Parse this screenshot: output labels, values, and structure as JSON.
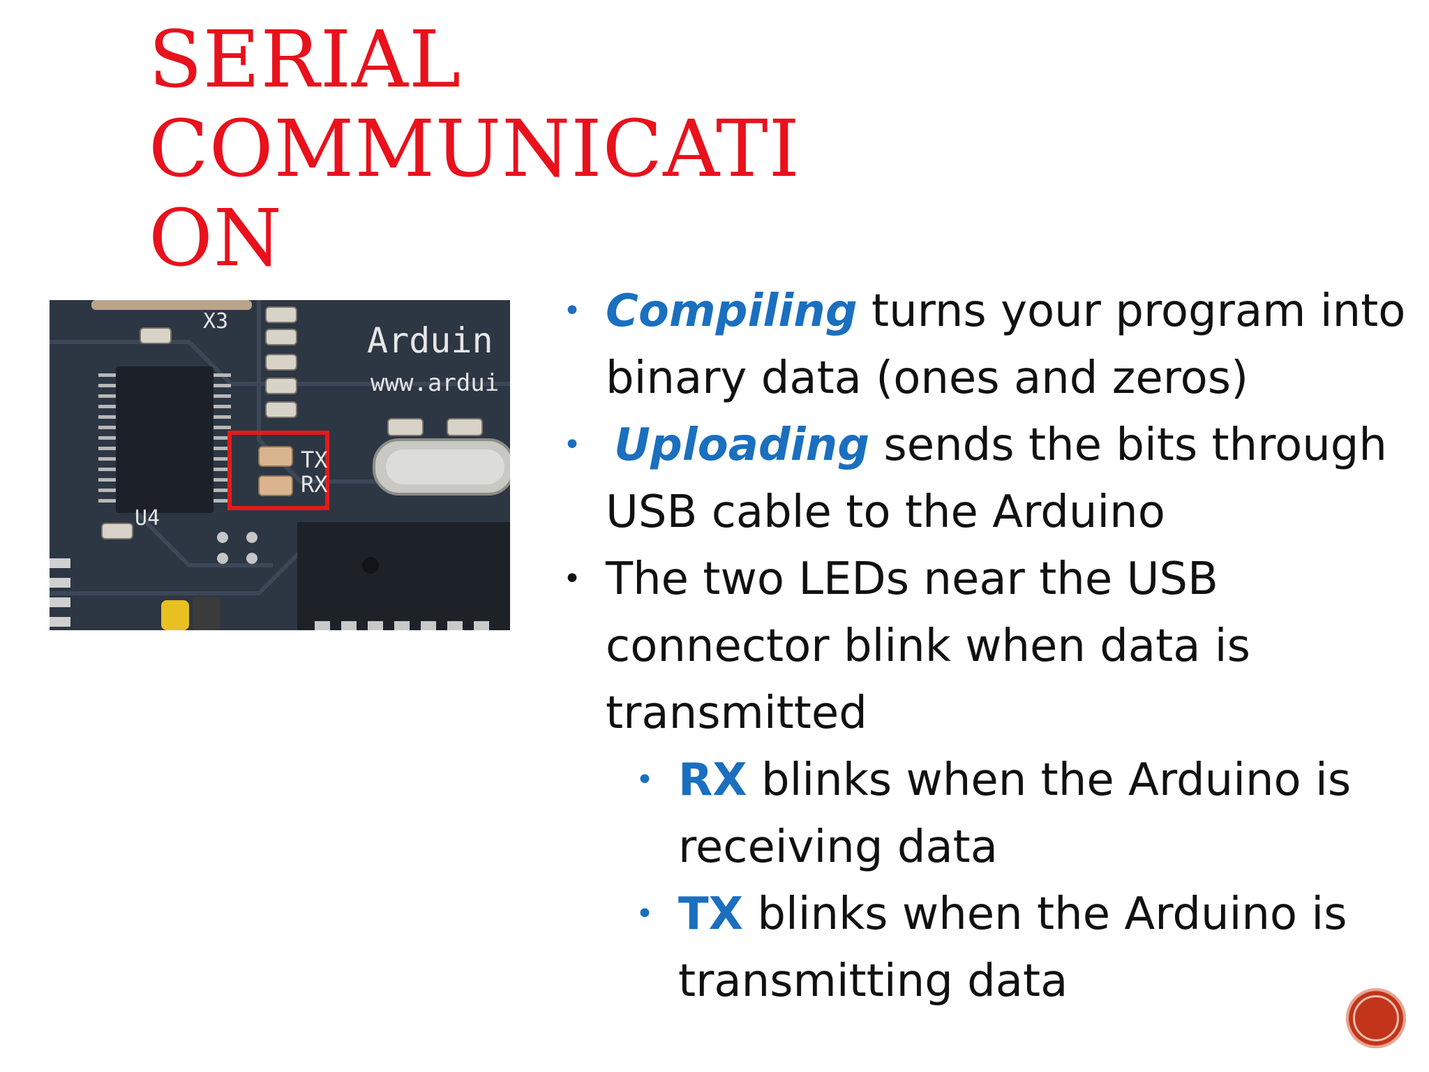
{
  "slide": {
    "title_lines": [
      "SERIAL",
      "COMMUNICATI",
      "ON"
    ],
    "photo": {
      "label_x3": "X3",
      "label_brand": "Arduin",
      "label_url": "www.ardui",
      "label_tx": "TX",
      "label_rx": "RX",
      "label_u4": "U4",
      "highlight_color": "#e21b1b"
    },
    "bullets": [
      {
        "lead": "Compiling",
        "rest": " turns your program into binary data (ones and zeros)"
      },
      {
        "lead": "Uploading",
        "rest": " sends the bits through USB cable to the Arduino"
      },
      {
        "lead": "",
        "rest": "The two LEDs near the USB connector blink when data is transmitted"
      }
    ],
    "sub_bullets": [
      {
        "lead": "RX",
        "rest": " blinks when the Arduino is receiving data"
      },
      {
        "lead": "TX",
        "rest": " blinks when the Arduino is transmitting data"
      }
    ],
    "bullet_glyph": "•"
  }
}
